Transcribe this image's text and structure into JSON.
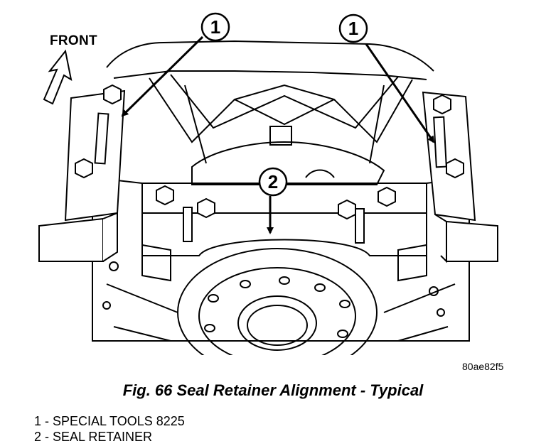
{
  "figure": {
    "front_label": "FRONT",
    "callouts": [
      "1",
      "1",
      "2"
    ],
    "reference_id": "80ae82f5",
    "caption": "Fig. 66 Seal Retainer Alignment - Typical"
  },
  "legend": [
    {
      "number": "1",
      "text": " - SPECIAL TOOLS 8225"
    },
    {
      "number": "2",
      "text": " - SEAL RETAINER"
    }
  ]
}
